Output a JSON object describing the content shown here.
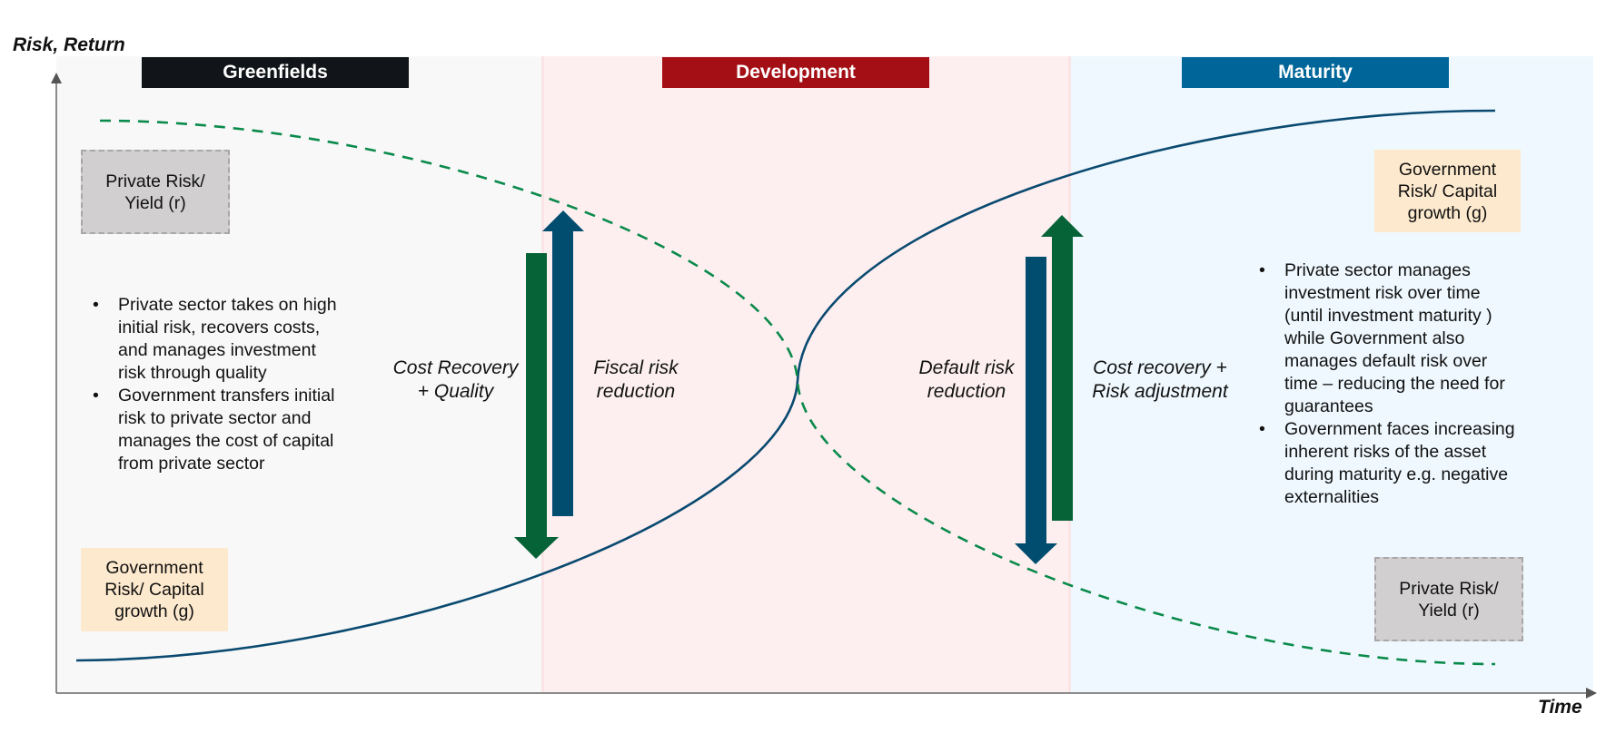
{
  "axes": {
    "y_label": "Risk, Return",
    "x_label": "Time"
  },
  "phases": [
    {
      "label": "Greenfields",
      "color": "#111418",
      "band_color": "#f8f8f8"
    },
    {
      "label": "Development",
      "color": "#a30f15",
      "band_color": "#fdeff0"
    },
    {
      "label": "Maturity",
      "color": "#006699",
      "band_color": "#eef8fe"
    }
  ],
  "curves": [
    {
      "name": "Government Risk/ Capital growth (g)",
      "style": "solid",
      "color": "#0a4a70"
    },
    {
      "name": "Private Risk/ Yield (r)",
      "style": "dashed",
      "color": "#0a8a4a"
    }
  ],
  "boxes": {
    "greenfields_private": "Private Risk/ Yield (r)",
    "greenfields_government": "Government Risk/ Capital growth (g)",
    "maturity_government": "Government Risk/ Capital growth (g)",
    "maturity_private": "Private Risk/ Yield (r)"
  },
  "greenfields_bullets": [
    "Private sector takes on high initial risk, recovers costs, and manages investment risk through quality",
    "Government transfers initial risk to private sector and manages the cost of capital from private sector"
  ],
  "maturity_bullets": [
    "Private sector manages investment risk over time (until investment maturity ) while Government also manages default risk over time – reducing the need for guarantees",
    "Government faces increasing inherent risks of the asset during maturity e.g. negative externalities"
  ],
  "flows": {
    "left_green_label": "Cost Recovery + Quality",
    "left_blue_label": "Fiscal risk reduction",
    "right_blue_label": "Default risk reduction",
    "right_green_label": "Cost recovery + Risk adjustment"
  },
  "colors": {
    "arrow_green": "#066337",
    "arrow_blue": "#004d70",
    "axis": "#555555"
  }
}
